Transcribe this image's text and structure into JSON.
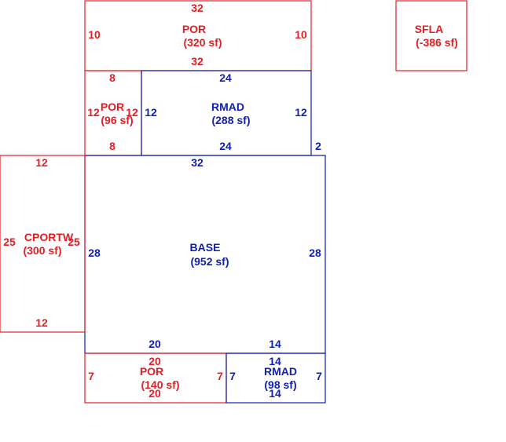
{
  "colors": {
    "porch": "#e31e24",
    "living": "#0f1fb0"
  },
  "areas": {
    "por_top": {
      "name": "POR",
      "area": "(320 sf)",
      "dims": {
        "top": "32",
        "bottom": "32",
        "left": "10",
        "right": "10"
      }
    },
    "por_small": {
      "name": "POR",
      "area": "(96 sf)",
      "dims": {
        "top": "8",
        "bottom": "8",
        "left": "12",
        "right": "12"
      }
    },
    "rmad_top": {
      "name": "RMAD",
      "area": "(288 sf)",
      "dims": {
        "top": "24",
        "bottom": "24",
        "left": "12",
        "right": "12"
      }
    },
    "sfla": {
      "name": "SFLA",
      "area": "(-386 sf)"
    },
    "base": {
      "name": "BASE",
      "area": "(952 sf)",
      "dims": {
        "top": "32",
        "left": "28",
        "right": "28",
        "bottom_left": "20",
        "bottom_right": "14",
        "step": "2"
      }
    },
    "cportw": {
      "name": "CPORTW",
      "area": "(300 sf)",
      "dims": {
        "top": "12",
        "bottom": "12",
        "left": "25",
        "right": "25"
      }
    },
    "por_bottom": {
      "name": "POR",
      "area": "(140 sf)",
      "dims": {
        "top": "20",
        "bottom": "20",
        "left": "7",
        "right": "7"
      }
    },
    "rmad_bottom": {
      "name": "RMAD",
      "area": "(98 sf)",
      "dims": {
        "top": "14",
        "bottom": "14",
        "left": "7",
        "right": "7"
      }
    }
  }
}
